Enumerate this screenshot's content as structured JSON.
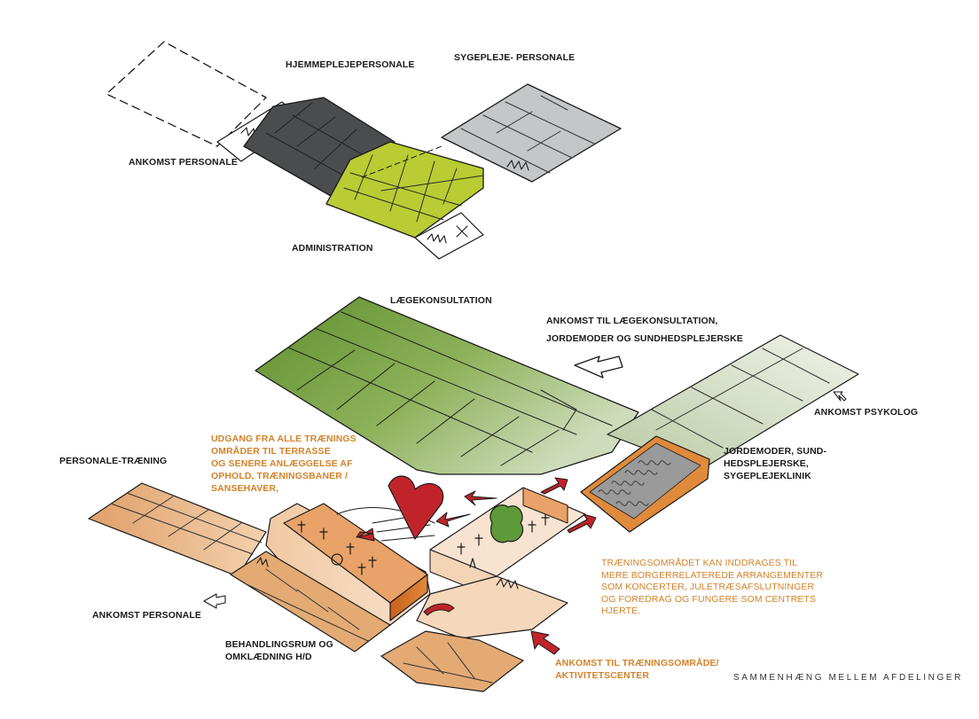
{
  "colors": {
    "dark_gray": "#4b4c4e",
    "light_gray": "#c4c6c8",
    "lime": "#b9cc33",
    "green_dark": "#6f9a3b",
    "green_light": "#c5d3b0",
    "orange_light": "#e3aa74",
    "orange_dark": "#d1752a",
    "red_arrow": "#c0242a",
    "annotation_orange": "#d3822a",
    "tree_green": "#5d9a3a"
  },
  "labels": {
    "hjemmepleje": "HJEMMEPLEJEPERSONALE",
    "sygepleje": "SYGEPLEJE- PERSONALE",
    "ankomst_personale_top": "ANKOMST PERSONALE",
    "administration": "ADMINISTRATION",
    "laegekonsultation": "LÆGEKONSULTATION",
    "ankomst_laege": [
      "ANKOMST TIL LÆGEKONSULTATION,",
      "JORDEMODER  OG SUNDHEDSPLEJERSKE"
    ],
    "ankomst_psykolog": "ANKOMST PSYKOLOG",
    "udgang": [
      "UDGANG FRA ALLE TRÆNINGS",
      "OMRÅDER TIL TERRASSE",
      "OG SENERE ANLÆGGELSE AF",
      "OPHOLD, TRÆNINGSBANER /",
      "SANSEHAVER,"
    ],
    "personale_traening": "PERSONALE-TRÆNING",
    "jordemoder": [
      "JORDEMODER, SUND-",
      "HEDSPLEJERSKE,",
      "SYGEPLEJEKLINIK"
    ],
    "traeningsomraadet": [
      "TRÆNINGSOMRÅDET KAN INDDRAGES TIL",
      "MERE BORGERRELATEREDE ARRANGEMENTER",
      "SOM KONCERTER, JULETRÆSAFSLUTNINGER",
      "OG FOREDRAG OG FUNGERE SOM CENTRETS",
      "HJERTE."
    ],
    "ankomst_personale_bottom": "ANKOMST PERSONALE",
    "behandlingsrum": [
      "BEHANDLINGSRUM OG",
      "OMKLÆDNING H/D"
    ],
    "ankomst_traening": [
      "ANKOMST TIL TRÆNINGSOMRÅDE/",
      "AKTIVITETSCENTER"
    ],
    "caption": "SAMMENHÆNG MELLEM AFDELINGER"
  }
}
